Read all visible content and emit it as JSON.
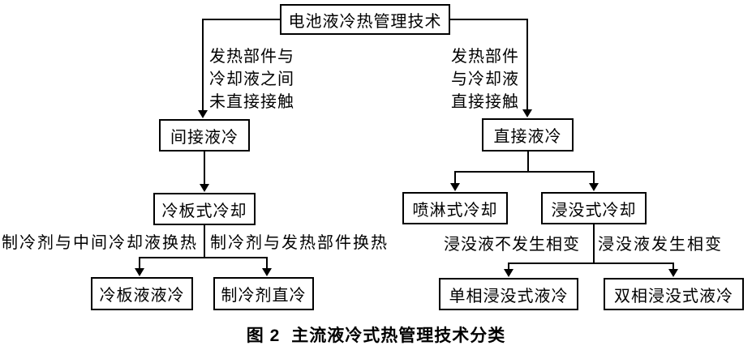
{
  "diagram": {
    "root_label": "电池液冷热管理技术",
    "branch_labels": {
      "left": [
        "发热部件与",
        "冷却液之间",
        "未直接接触"
      ],
      "right": [
        "发热部件",
        "与冷却液",
        "直接接触"
      ]
    },
    "nodes": {
      "indirect": "间接液冷",
      "direct": "直接液冷",
      "cold_plate": "冷板式冷却",
      "spray": "喷淋式冷却",
      "immersion": "浸没式冷却",
      "cold_plate_liquid": "冷板液液冷",
      "refrigerant_direct": "制冷剂直冷",
      "single_phase": "单相浸没式液冷",
      "dual_phase": "双相浸没式液冷"
    },
    "edge_labels": {
      "cold_plate_left": "制冷剂与中间冷却液换热",
      "cold_plate_right": "制冷剂与发热部件换热",
      "immersion_left": "浸没液不发生相变",
      "immersion_right": "浸没液发生相变"
    },
    "caption": {
      "figure": "图 2",
      "title": "主流液冷式热管理技术分类"
    },
    "colors": {
      "line": "#000000",
      "background": "#ffffff",
      "text": "#000000"
    }
  }
}
